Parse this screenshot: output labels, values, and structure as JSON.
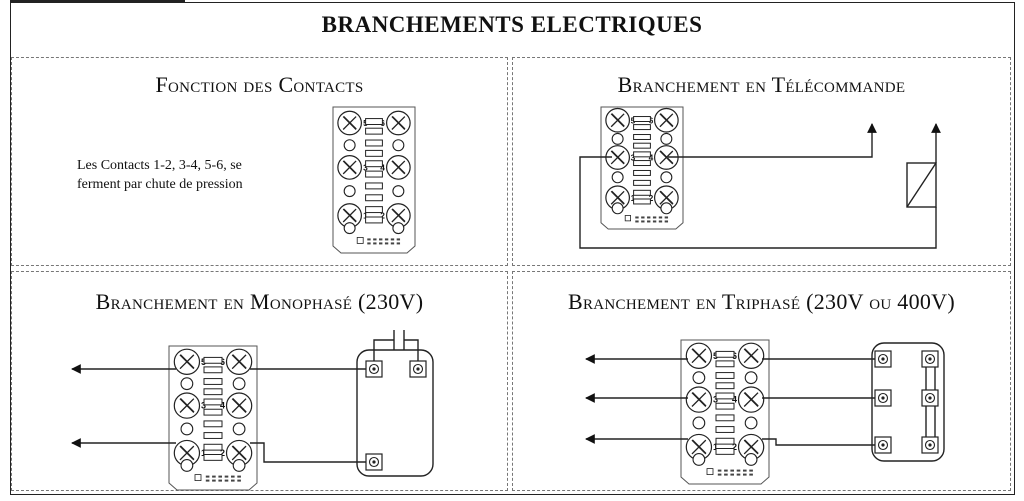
{
  "title": "BRANCHEMENTS ELECTRIQUES",
  "panels": {
    "contacts": {
      "title": "Fonction des Contacts",
      "note_line1": "Les Contacts 1-2, 3-4, 5-6, se",
      "note_line2": "ferment par chute de pression"
    },
    "telecommande": {
      "title": "Branchement en Télécommande"
    },
    "monophase": {
      "title": "Branchement en Monophasé (230V)"
    },
    "triphase": {
      "title": "Branchement en Triphasé (230V ou 400V)"
    }
  },
  "terminal_labels": {
    "t5": "5",
    "t6": "6",
    "t3": "3",
    "t4": "4",
    "t1": "1",
    "t2": "2"
  }
}
